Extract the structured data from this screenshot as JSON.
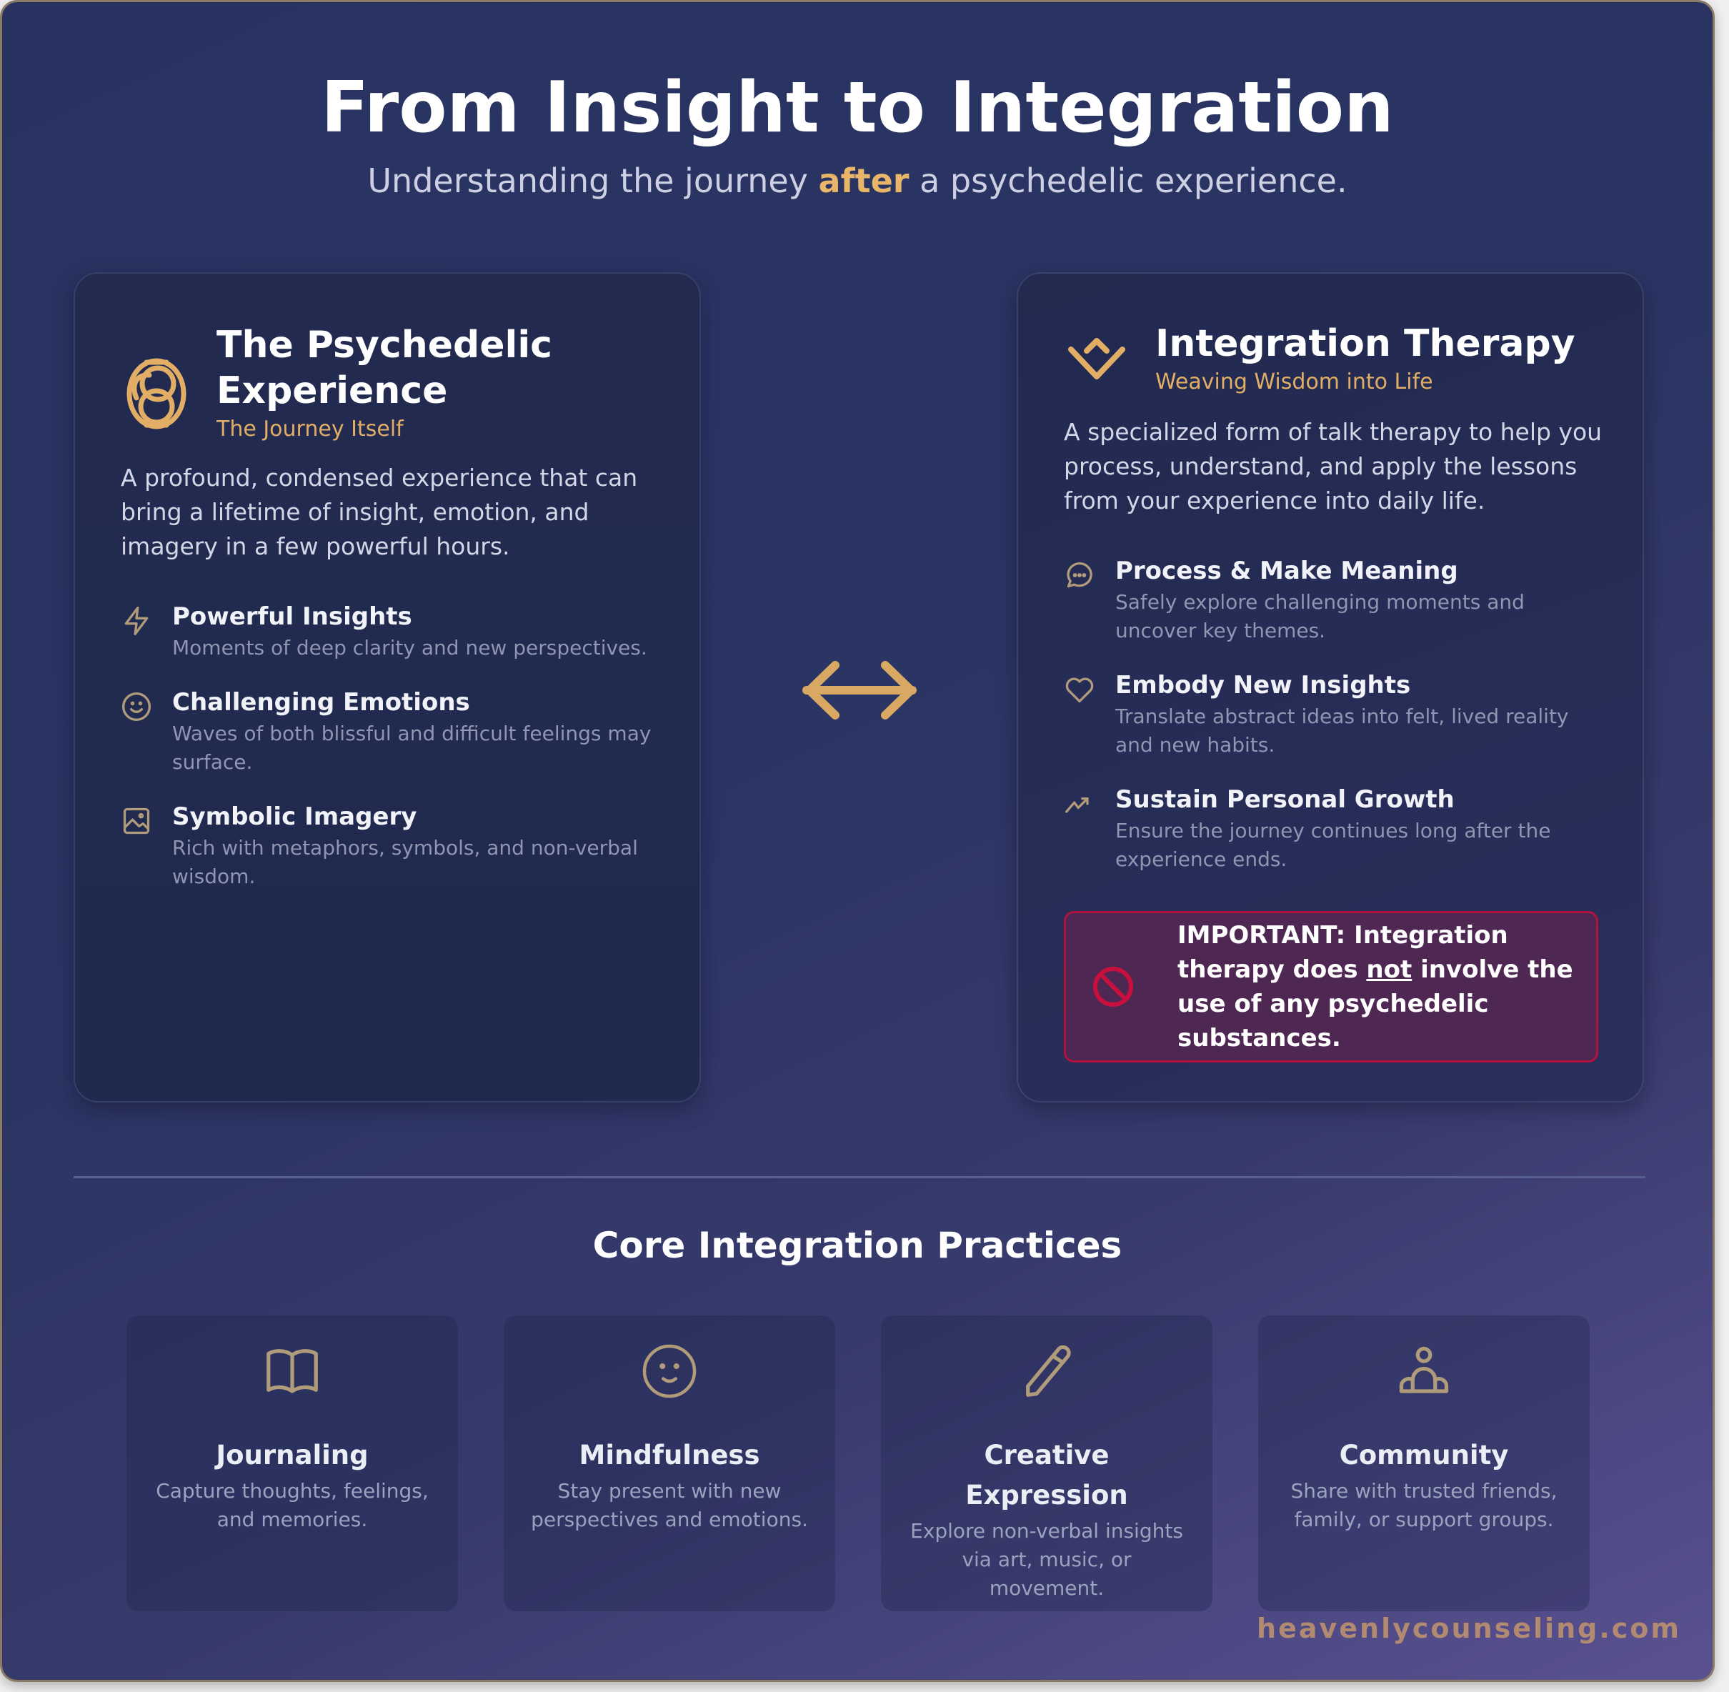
{
  "header": {
    "title": "From Insight to Integration",
    "subtitle_before": "Understanding the journey ",
    "subtitle_highlight": "after",
    "subtitle_after": " a psychedelic experience."
  },
  "colors": {
    "accent_gold": "#e2ae65",
    "icon_tan": "#b09c7a",
    "warning_red": "#b0143e",
    "warning_bg": "#4e2752",
    "frame_border": "#8a7a66"
  },
  "left_card": {
    "icon": "psychedelic-swirl-icon",
    "title": "The Psychedelic Experience",
    "subtitle": "The Journey Itself",
    "description": "A profound, condensed experience that can bring a lifetime of insight, emotion, and imagery in a few powerful hours.",
    "features": [
      {
        "icon": "lightning-icon",
        "title": "Powerful Insights",
        "description": "Moments of deep clarity and new perspectives."
      },
      {
        "icon": "smiley-icon",
        "title": "Challenging Emotions",
        "description": "Waves of both blissful and difficult feelings may surface."
      },
      {
        "icon": "image-icon",
        "title": "Symbolic Imagery",
        "description": "Rich with metaphors, symbols, and non-verbal wisdom."
      }
    ]
  },
  "connector": {
    "icon": "double-arrow-icon"
  },
  "right_card": {
    "icon": "integration-chevron-icon",
    "title": "Integration Therapy",
    "subtitle": "Weaving Wisdom into Life",
    "description": "A specialized form of talk therapy to help you process, understand, and apply the lessons from your experience into daily life.",
    "features": [
      {
        "icon": "chat-bubble-icon",
        "title": "Process & Make Meaning",
        "description": "Safely explore challenging moments and uncover key themes."
      },
      {
        "icon": "heart-icon",
        "title": "Embody New Insights",
        "description": "Translate abstract ideas into felt, lived reality and new habits."
      },
      {
        "icon": "trending-up-icon",
        "title": "Sustain Personal Growth",
        "description": "Ensure the journey continues long after the experience ends."
      }
    ],
    "warning": {
      "icon": "prohibited-icon",
      "text_before": "IMPORTANT: Integration therapy does ",
      "text_emphasis": "not",
      "text_after": " involve the use of any psychedelic substances."
    }
  },
  "practices": {
    "title": "Core Integration Practices",
    "items": [
      {
        "icon": "book-icon",
        "title": "Journaling",
        "description": "Capture thoughts, feelings, and memories."
      },
      {
        "icon": "smiley-icon",
        "title": "Mindfulness",
        "description": "Stay present with new perspectives and emotions."
      },
      {
        "icon": "pencil-icon",
        "title": "Creative Expression",
        "description": "Explore non-verbal insights via art, music, or movement."
      },
      {
        "icon": "community-icon",
        "title": "Community",
        "description": "Share with trusted friends, family, or support groups."
      }
    ]
  },
  "footer": {
    "site": "heavenlycounseling.com"
  }
}
